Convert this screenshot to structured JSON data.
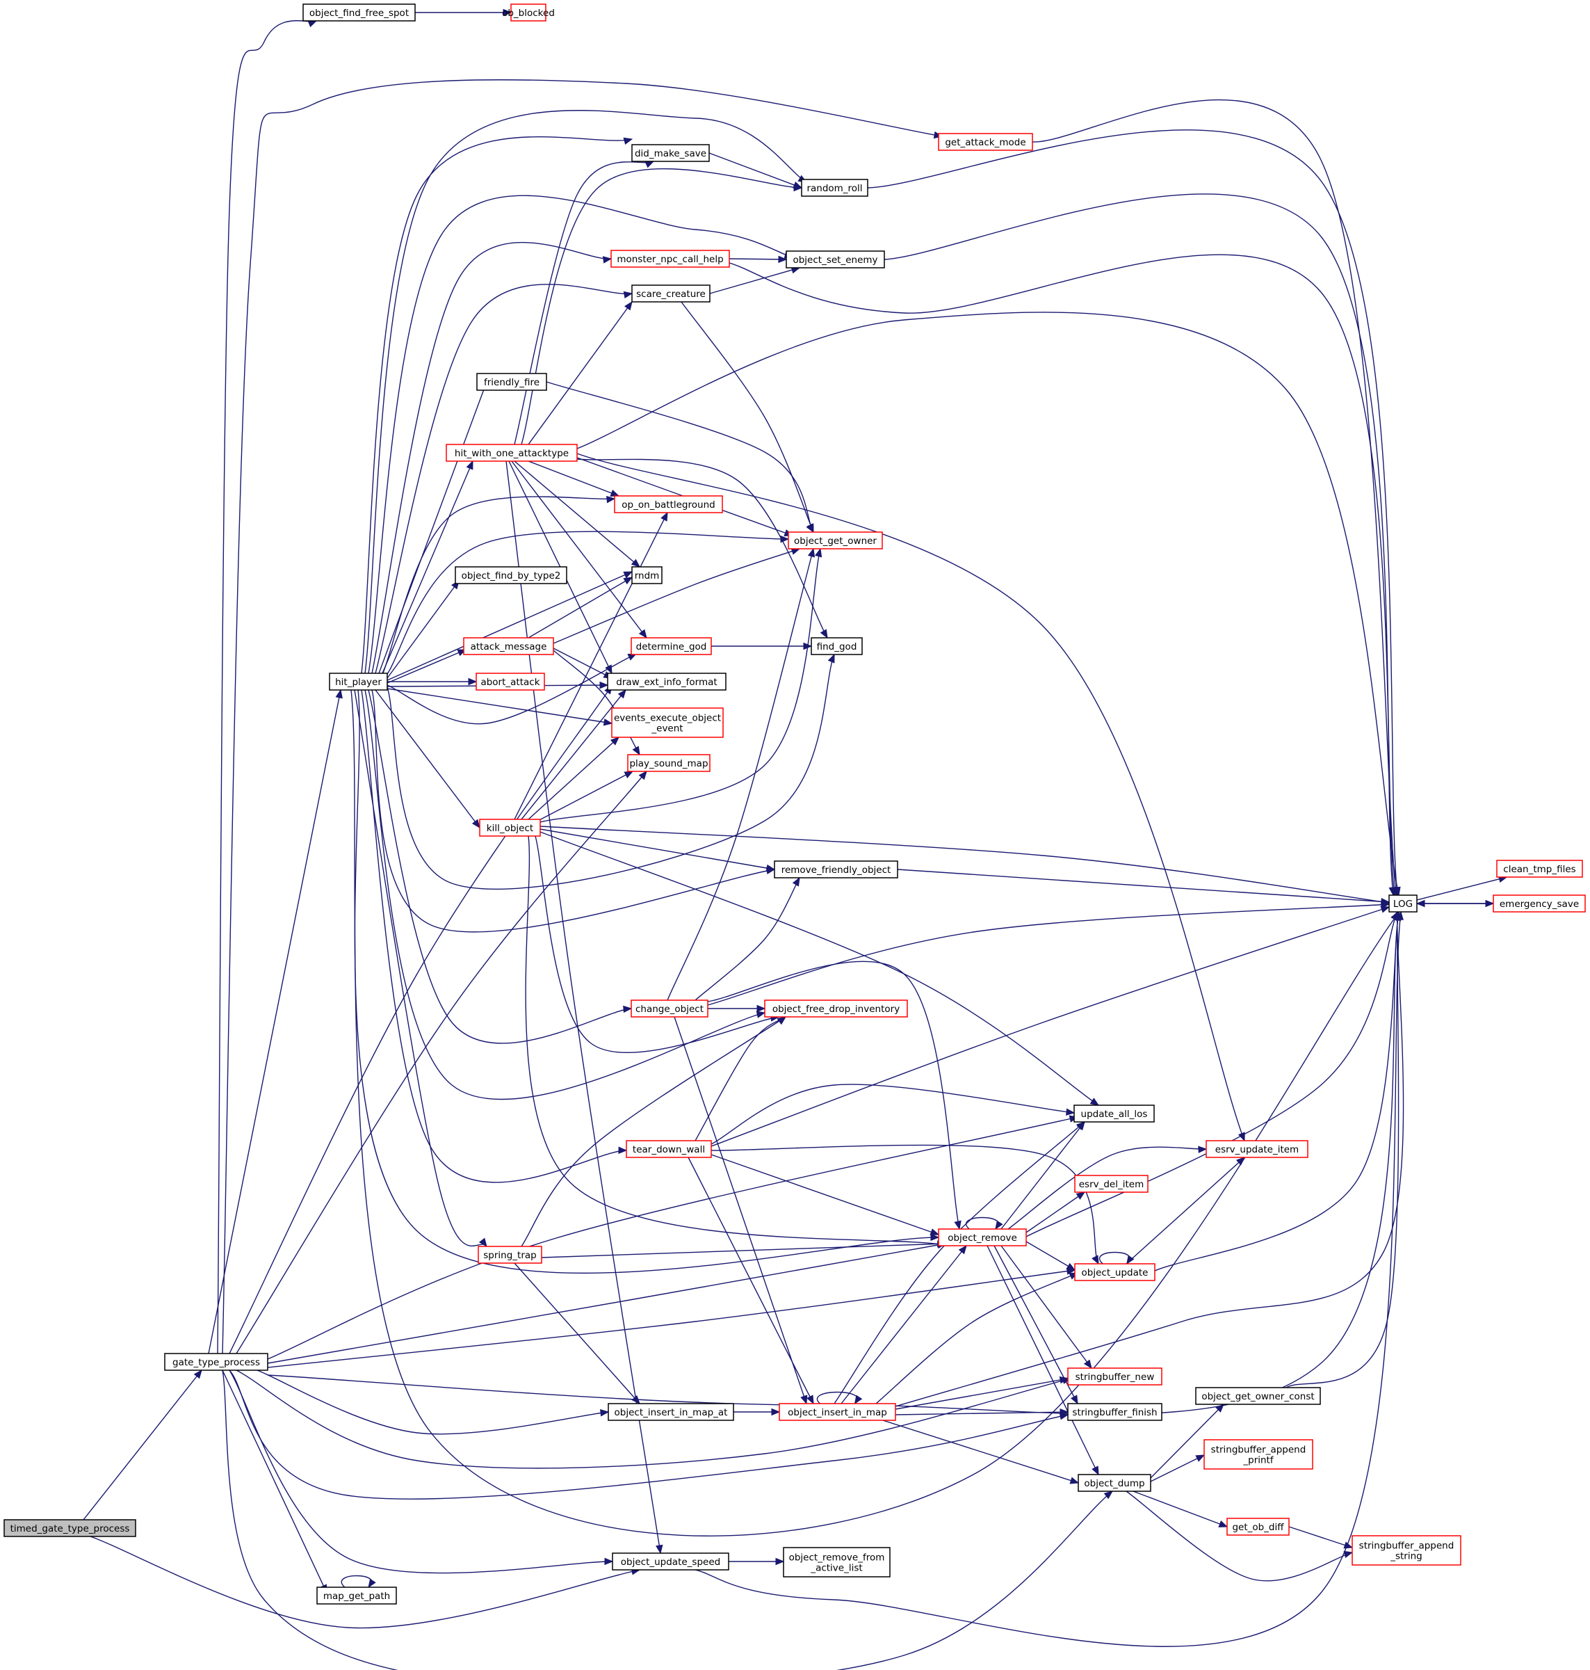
{
  "diagram": {
    "type": "call-graph",
    "colors": {
      "edge": "#191970",
      "node_border_normal": "#000000",
      "node_border_truncated": "#ff0000",
      "node_fill": "#ffffff",
      "root_fill": "#bfbfbf"
    },
    "nodes": [
      {
        "id": "timed_gate_type_process",
        "lines": [
          "timed_gate_type_process"
        ],
        "style": "root"
      },
      {
        "id": "gate_type_process",
        "lines": [
          "gate_type_process"
        ],
        "style": "normal"
      },
      {
        "id": "hit_player",
        "lines": [
          "hit_player"
        ],
        "style": "normal"
      },
      {
        "id": "object_find_free_spot",
        "lines": [
          "object_find_free_spot"
        ],
        "style": "normal"
      },
      {
        "id": "ob_blocked",
        "lines": [
          "ob_blocked"
        ],
        "style": "truncated"
      },
      {
        "id": "get_attack_mode",
        "lines": [
          "get_attack_mode"
        ],
        "style": "truncated"
      },
      {
        "id": "did_make_save",
        "lines": [
          "did_make_save"
        ],
        "style": "normal"
      },
      {
        "id": "random_roll",
        "lines": [
          "random_roll"
        ],
        "style": "normal"
      },
      {
        "id": "monster_npc_call_help",
        "lines": [
          "monster_npc_call_help"
        ],
        "style": "truncated"
      },
      {
        "id": "object_set_enemy",
        "lines": [
          "object_set_enemy"
        ],
        "style": "normal"
      },
      {
        "id": "scare_creature",
        "lines": [
          "scare_creature"
        ],
        "style": "normal"
      },
      {
        "id": "friendly_fire",
        "lines": [
          "friendly_fire"
        ],
        "style": "normal"
      },
      {
        "id": "hit_with_one_attacktype",
        "lines": [
          "hit_with_one_attacktype"
        ],
        "style": "truncated"
      },
      {
        "id": "op_on_battleground",
        "lines": [
          "op_on_battleground"
        ],
        "style": "truncated"
      },
      {
        "id": "object_get_owner",
        "lines": [
          "object_get_owner"
        ],
        "style": "truncated"
      },
      {
        "id": "object_find_by_type2",
        "lines": [
          "object_find_by_type2"
        ],
        "style": "normal"
      },
      {
        "id": "rndm",
        "lines": [
          "rndm"
        ],
        "style": "normal"
      },
      {
        "id": "attack_message",
        "lines": [
          "attack_message"
        ],
        "style": "truncated"
      },
      {
        "id": "determine_god",
        "lines": [
          "determine_god"
        ],
        "style": "truncated"
      },
      {
        "id": "find_god",
        "lines": [
          "find_god"
        ],
        "style": "normal"
      },
      {
        "id": "abort_attack",
        "lines": [
          "abort_attack"
        ],
        "style": "truncated"
      },
      {
        "id": "draw_ext_info_format",
        "lines": [
          "draw_ext_info_format"
        ],
        "style": "normal"
      },
      {
        "id": "events_execute_object_event",
        "lines": [
          "events_execute_object",
          "_event"
        ],
        "style": "truncated"
      },
      {
        "id": "play_sound_map",
        "lines": [
          "play_sound_map"
        ],
        "style": "truncated"
      },
      {
        "id": "kill_object",
        "lines": [
          "kill_object"
        ],
        "style": "truncated"
      },
      {
        "id": "remove_friendly_object",
        "lines": [
          "remove_friendly_object"
        ],
        "style": "normal"
      },
      {
        "id": "LOG",
        "lines": [
          "LOG"
        ],
        "style": "normal"
      },
      {
        "id": "clean_tmp_files",
        "lines": [
          "clean_tmp_files"
        ],
        "style": "truncated"
      },
      {
        "id": "emergency_save",
        "lines": [
          "emergency_save"
        ],
        "style": "truncated"
      },
      {
        "id": "change_object",
        "lines": [
          "change_object"
        ],
        "style": "truncated"
      },
      {
        "id": "object_free_drop_inventory",
        "lines": [
          "object_free_drop_inventory"
        ],
        "style": "truncated"
      },
      {
        "id": "update_all_los",
        "lines": [
          "update_all_los"
        ],
        "style": "normal"
      },
      {
        "id": "tear_down_wall",
        "lines": [
          "tear_down_wall"
        ],
        "style": "truncated"
      },
      {
        "id": "esrv_update_item",
        "lines": [
          "esrv_update_item"
        ],
        "style": "truncated"
      },
      {
        "id": "esrv_del_item",
        "lines": [
          "esrv_del_item"
        ],
        "style": "truncated"
      },
      {
        "id": "object_remove",
        "lines": [
          "object_remove"
        ],
        "style": "truncated"
      },
      {
        "id": "spring_trap",
        "lines": [
          "spring_trap"
        ],
        "style": "truncated"
      },
      {
        "id": "object_update",
        "lines": [
          "object_update"
        ],
        "style": "truncated"
      },
      {
        "id": "stringbuffer_new",
        "lines": [
          "stringbuffer_new"
        ],
        "style": "truncated"
      },
      {
        "id": "object_get_owner_const",
        "lines": [
          "object_get_owner_const"
        ],
        "style": "normal"
      },
      {
        "id": "object_insert_in_map_at",
        "lines": [
          "object_insert_in_map_at"
        ],
        "style": "normal"
      },
      {
        "id": "object_insert_in_map",
        "lines": [
          "object_insert_in_map"
        ],
        "style": "truncated"
      },
      {
        "id": "stringbuffer_finish",
        "lines": [
          "stringbuffer_finish"
        ],
        "style": "normal"
      },
      {
        "id": "stringbuffer_append_printf",
        "lines": [
          "stringbuffer_append",
          "_printf"
        ],
        "style": "truncated"
      },
      {
        "id": "object_dump",
        "lines": [
          "object_dump"
        ],
        "style": "normal"
      },
      {
        "id": "get_ob_diff",
        "lines": [
          "get_ob_diff"
        ],
        "style": "truncated"
      },
      {
        "id": "stringbuffer_append_string",
        "lines": [
          "stringbuffer_append",
          "_string"
        ],
        "style": "truncated"
      },
      {
        "id": "object_update_speed",
        "lines": [
          "object_update_speed"
        ],
        "style": "normal"
      },
      {
        "id": "object_remove_from_active_list",
        "lines": [
          "object_remove_from",
          "_active_list"
        ],
        "style": "normal"
      },
      {
        "id": "map_get_path",
        "lines": [
          "map_get_path"
        ],
        "style": "normal"
      }
    ],
    "edges": [
      [
        "timed_gate_type_process",
        "gate_type_process"
      ],
      [
        "timed_gate_type_process",
        "object_update_speed"
      ],
      [
        "gate_type_process",
        "hit_player"
      ],
      [
        "gate_type_process",
        "object_find_free_spot"
      ],
      [
        "gate_type_process",
        "LOG"
      ],
      [
        "gate_type_process",
        "get_attack_mode"
      ],
      [
        "gate_type_process",
        "draw_ext_info_format"
      ],
      [
        "gate_type_process",
        "play_sound_map"
      ],
      [
        "gate_type_process",
        "update_all_los"
      ],
      [
        "gate_type_process",
        "object_remove"
      ],
      [
        "gate_type_process",
        "object_update"
      ],
      [
        "gate_type_process",
        "object_insert_in_map_at"
      ],
      [
        "gate_type_process",
        "stringbuffer_new"
      ],
      [
        "gate_type_process",
        "stringbuffer_finish"
      ],
      [
        "gate_type_process",
        "object_dump"
      ],
      [
        "gate_type_process",
        "object_update_speed"
      ],
      [
        "gate_type_process",
        "map_get_path"
      ],
      [
        "object_find_free_spot",
        "ob_blocked"
      ],
      [
        "hit_player",
        "random_roll"
      ],
      [
        "hit_player",
        "did_make_save"
      ],
      [
        "hit_player",
        "object_set_enemy"
      ],
      [
        "hit_player",
        "monster_npc_call_help"
      ],
      [
        "hit_player",
        "scare_creature"
      ],
      [
        "hit_player",
        "friendly_fire"
      ],
      [
        "hit_player",
        "hit_with_one_attacktype"
      ],
      [
        "hit_player",
        "op_on_battleground"
      ],
      [
        "hit_player",
        "object_get_owner"
      ],
      [
        "hit_player",
        "object_find_by_type2"
      ],
      [
        "hit_player",
        "rndm"
      ],
      [
        "hit_player",
        "attack_message"
      ],
      [
        "hit_player",
        "abort_attack"
      ],
      [
        "hit_player",
        "determine_god"
      ],
      [
        "hit_player",
        "draw_ext_info_format"
      ],
      [
        "hit_player",
        "events_execute_object_event"
      ],
      [
        "hit_player",
        "kill_object"
      ],
      [
        "hit_player",
        "find_god"
      ],
      [
        "hit_player",
        "remove_friendly_object"
      ],
      [
        "hit_player",
        "change_object"
      ],
      [
        "hit_player",
        "object_free_drop_inventory"
      ],
      [
        "hit_player",
        "tear_down_wall"
      ],
      [
        "hit_player",
        "object_remove"
      ],
      [
        "hit_player",
        "spring_trap"
      ],
      [
        "hit_player",
        "LOG"
      ],
      [
        "did_make_save",
        "random_roll"
      ],
      [
        "random_roll",
        "LOG"
      ],
      [
        "get_attack_mode",
        "LOG"
      ],
      [
        "monster_npc_call_help",
        "object_set_enemy"
      ],
      [
        "monster_npc_call_help",
        "LOG"
      ],
      [
        "object_set_enemy",
        "LOG"
      ],
      [
        "scare_creature",
        "object_set_enemy"
      ],
      [
        "scare_creature",
        "object_get_owner"
      ],
      [
        "friendly_fire",
        "object_get_owner"
      ],
      [
        "hit_with_one_attacktype",
        "did_make_save"
      ],
      [
        "hit_with_one_attacktype",
        "random_roll"
      ],
      [
        "hit_with_one_attacktype",
        "scare_creature"
      ],
      [
        "hit_with_one_attacktype",
        "LOG"
      ],
      [
        "hit_with_one_attacktype",
        "op_on_battleground"
      ],
      [
        "hit_with_one_attacktype",
        "object_get_owner"
      ],
      [
        "hit_with_one_attacktype",
        "rndm"
      ],
      [
        "hit_with_one_attacktype",
        "determine_god"
      ],
      [
        "hit_with_one_attacktype",
        "find_god"
      ],
      [
        "hit_with_one_attacktype",
        "draw_ext_info_format"
      ],
      [
        "hit_with_one_attacktype",
        "esrv_update_item"
      ],
      [
        "hit_with_one_attacktype",
        "object_update_speed"
      ],
      [
        "attack_message",
        "rndm"
      ],
      [
        "attack_message",
        "object_get_owner"
      ],
      [
        "attack_message",
        "draw_ext_info_format"
      ],
      [
        "attack_message",
        "play_sound_map"
      ],
      [
        "determine_god",
        "find_god"
      ],
      [
        "kill_object",
        "op_on_battleground"
      ],
      [
        "kill_object",
        "draw_ext_info_format"
      ],
      [
        "kill_object",
        "events_execute_object_event"
      ],
      [
        "kill_object",
        "play_sound_map"
      ],
      [
        "kill_object",
        "object_get_owner"
      ],
      [
        "kill_object",
        "LOG"
      ],
      [
        "kill_object",
        "remove_friendly_object"
      ],
      [
        "kill_object",
        "update_all_los"
      ],
      [
        "kill_object",
        "object_free_drop_inventory"
      ],
      [
        "kill_object",
        "object_remove"
      ],
      [
        "remove_friendly_object",
        "LOG"
      ],
      [
        "LOG",
        "clean_tmp_files"
      ],
      [
        "LOG",
        "emergency_save"
      ],
      [
        "emergency_save",
        "LOG"
      ],
      [
        "change_object",
        "object_get_owner"
      ],
      [
        "change_object",
        "remove_friendly_object"
      ],
      [
        "change_object",
        "LOG"
      ],
      [
        "change_object",
        "object_free_drop_inventory"
      ],
      [
        "change_object",
        "object_remove"
      ],
      [
        "change_object",
        "object_insert_in_map"
      ],
      [
        "tear_down_wall",
        "object_free_drop_inventory"
      ],
      [
        "tear_down_wall",
        "update_all_los"
      ],
      [
        "tear_down_wall",
        "LOG"
      ],
      [
        "tear_down_wall",
        "object_remove"
      ],
      [
        "tear_down_wall",
        "object_update"
      ],
      [
        "tear_down_wall",
        "object_insert_in_map"
      ],
      [
        "spring_trap",
        "object_free_drop_inventory"
      ],
      [
        "spring_trap",
        "object_remove"
      ],
      [
        "spring_trap",
        "object_insert_in_map_at"
      ],
      [
        "object_remove",
        "object_remove"
      ],
      [
        "object_remove",
        "update_all_los"
      ],
      [
        "object_remove",
        "esrv_update_item"
      ],
      [
        "object_remove",
        "esrv_del_item"
      ],
      [
        "object_remove",
        "LOG"
      ],
      [
        "object_remove",
        "object_update"
      ],
      [
        "object_remove",
        "stringbuffer_new"
      ],
      [
        "object_remove",
        "stringbuffer_finish"
      ],
      [
        "object_remove",
        "object_dump"
      ],
      [
        "object_update",
        "object_update"
      ],
      [
        "object_update",
        "esrv_update_item"
      ],
      [
        "object_update",
        "LOG"
      ],
      [
        "object_insert_in_map_at",
        "object_insert_in_map"
      ],
      [
        "object_insert_in_map",
        "object_insert_in_map"
      ],
      [
        "object_insert_in_map",
        "update_all_los"
      ],
      [
        "object_insert_in_map",
        "object_remove"
      ],
      [
        "object_insert_in_map",
        "object_update"
      ],
      [
        "object_insert_in_map",
        "stringbuffer_new"
      ],
      [
        "object_insert_in_map",
        "stringbuffer_finish"
      ],
      [
        "object_insert_in_map",
        "object_dump"
      ],
      [
        "object_insert_in_map",
        "LOG"
      ],
      [
        "object_dump",
        "object_get_owner_const"
      ],
      [
        "object_dump",
        "stringbuffer_append_printf"
      ],
      [
        "object_dump",
        "get_ob_diff"
      ],
      [
        "object_dump",
        "stringbuffer_append_string"
      ],
      [
        "object_get_owner_const",
        "LOG"
      ],
      [
        "get_ob_diff",
        "stringbuffer_append_string"
      ],
      [
        "object_update_speed",
        "object_remove_from_active_list"
      ],
      [
        "object_update_speed",
        "LOG"
      ],
      [
        "map_get_path",
        "map_get_path"
      ]
    ]
  }
}
